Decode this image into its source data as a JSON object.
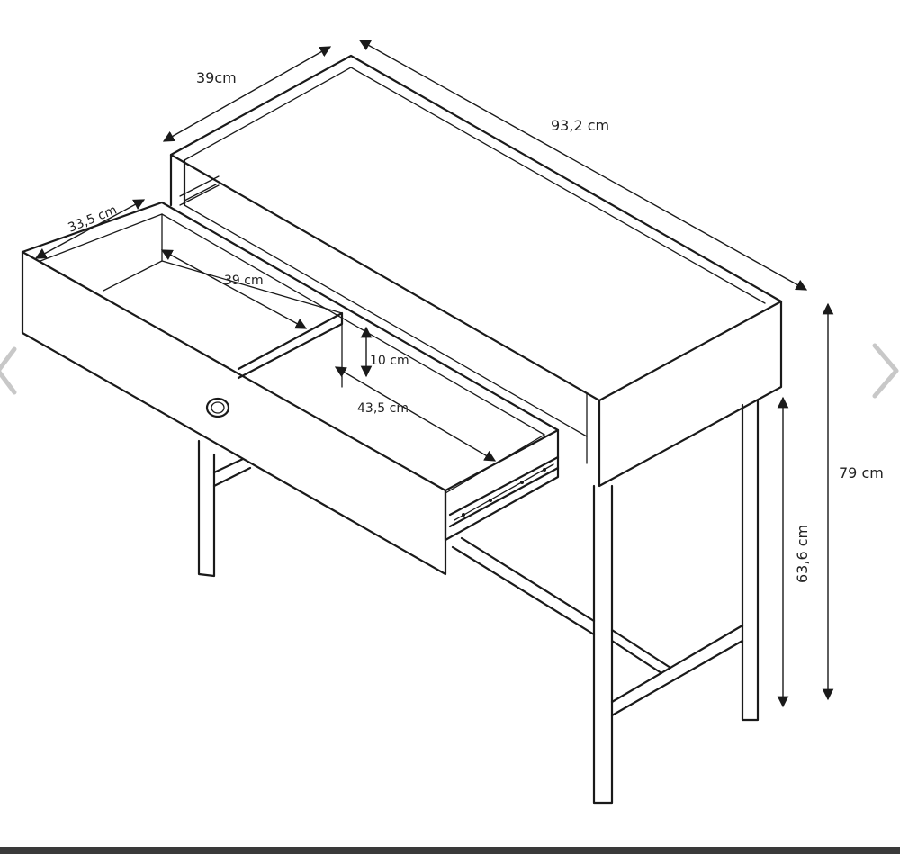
{
  "dimensions": {
    "top_depth": "39cm",
    "top_width": "93,2 cm",
    "drawer_depth": "33,5 cm",
    "drawer_inner_width": "39 cm",
    "drawer_height": "10 cm",
    "drawer_compartment": "43,5 cm",
    "total_height": "79 cm",
    "leg_height": "63,6 cm"
  },
  "navigation": {
    "prev_icon": "chevron-left-icon",
    "next_icon": "chevron-right-icon"
  },
  "colors": {
    "line": "#1a1a1a",
    "background": "#ffffff",
    "nav_arrow": "#c8c8c8",
    "bottom_bar": "#3a3a3a"
  }
}
